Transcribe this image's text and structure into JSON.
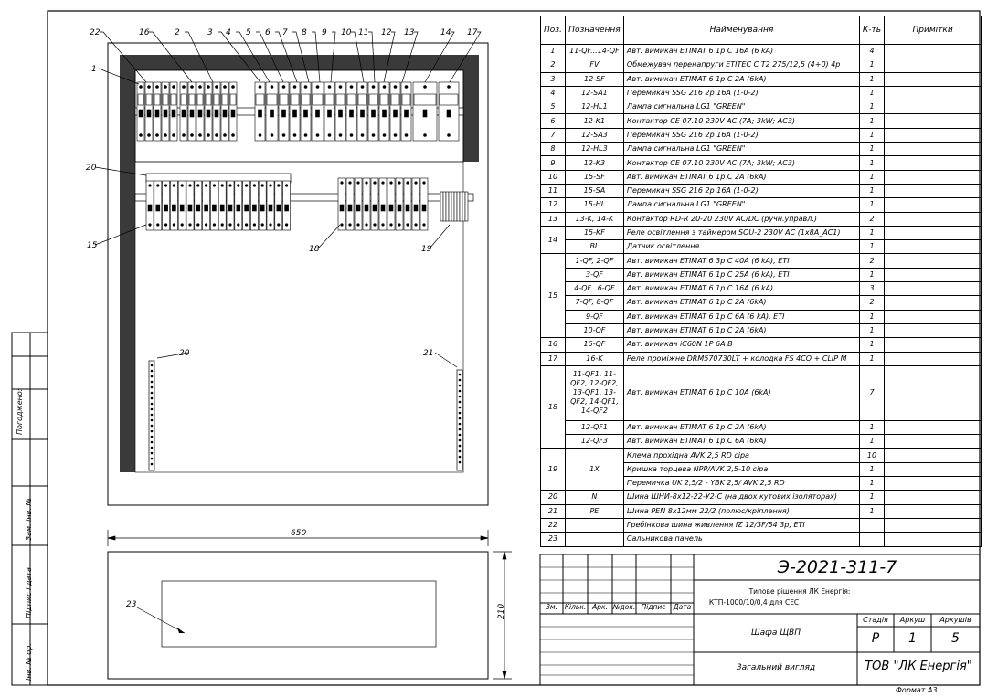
{
  "headers": {
    "pos": "Поз.",
    "designation": "Позначення",
    "name": "Найменування",
    "qty": "К-ть",
    "notes": "Примітки"
  },
  "rows": [
    {
      "pos": "1",
      "des": "11-QF...14-QF",
      "name": "Авт. вимикач ETIMAT 6  1p C 16A (6 kA)",
      "qty": "4"
    },
    {
      "pos": "2",
      "des": "FV",
      "name": "Обмежувач перенапруги  ETITEC C T2 275/12,5 (4+0) 4p",
      "qty": "1"
    },
    {
      "pos": "3",
      "des": "12-SF",
      "name": "Авт. вимикач ETIMAT 6  1p C 2A (6kA)",
      "qty": "1"
    },
    {
      "pos": "4",
      "des": "12-SA1",
      "name": "Перемикач SSG 216 2p 16A (1-0-2)",
      "qty": "1"
    },
    {
      "pos": "5",
      "des": "12-HL1",
      "name": "Лампа сигнальна LG1 \"GREEN\"",
      "qty": "1"
    },
    {
      "pos": "6",
      "des": "12-K1",
      "name": "Контактор CE 07.10 230V AC (7A; 3kW; AC3)",
      "qty": "1"
    },
    {
      "pos": "7",
      "des": "12-SA3",
      "name": "Перемикач SSG 216 2p 16A (1-0-2)",
      "qty": "1"
    },
    {
      "pos": "8",
      "des": "12-HL3",
      "name": "Лампа сигнальна LG1 \"GREEN\"",
      "qty": "1"
    },
    {
      "pos": "9",
      "des": "12-K3",
      "name": "Контактор CE 07.10 230V AC (7A; 3kW; AC3)",
      "qty": "1"
    },
    {
      "pos": "10",
      "des": "15-SF",
      "name": "Авт. вимикач ETIMAT 6  1p C 2A (6kA)",
      "qty": "1"
    },
    {
      "pos": "11",
      "des": "15-SA",
      "name": "Перемикач SSG 216 2p 16A (1-0-2)",
      "qty": "1"
    },
    {
      "pos": "12",
      "des": "15-HL",
      "name": "Лампа сигнальна LG1 \"GREEN\"",
      "qty": "1"
    },
    {
      "pos": "13",
      "des": "13-K, 14-K",
      "name": "Контактор RD-R 20-20 230V AC/DC (ручн.управл.)",
      "qty": "2"
    },
    {
      "pos": "14",
      "des": "15-KF",
      "name": "Реле освітлення з таймером SOU-2 230V AC (1x8A_AC1)",
      "qty": "1"
    },
    {
      "pos": "",
      "des": "BL",
      "name": "Датчик освітлення",
      "qty": "1"
    },
    {
      "pos": "15",
      "des": "1-QF, 2-QF",
      "name": "Авт. вимикач ETIMAT 6  3p C 40A (6 kA), ETI",
      "qty": "2"
    },
    {
      "pos": "",
      "des": "3-QF",
      "name": "Авт. вимикач ETIMAT 6  1p C 25A (6 kA), ETI",
      "qty": "1"
    },
    {
      "pos": "",
      "des": "4-QF...6-QF",
      "name": "Авт. вимикач ETIMAT 6  1p C 16A (6 kA)",
      "qty": "3"
    },
    {
      "pos": "",
      "des": "7-QF, 8-QF",
      "name": "Авт. вимикач ETIMAT 6  1p C 2A (6kA)",
      "qty": "2"
    },
    {
      "pos": "",
      "des": "9-QF",
      "name": "Авт. вимикач ETIMAT 6  1p C 6A (6 kA), ETI",
      "qty": "1"
    },
    {
      "pos": "",
      "des": "10-QF",
      "name": "Авт. вимикач ETIMAT 6  1p C 2A (6kA)",
      "qty": "1"
    },
    {
      "pos": "16",
      "des": "16-QF",
      "name": "Авт. вимикач iC60N 1P 6A B",
      "qty": "1"
    },
    {
      "pos": "17",
      "des": "16-K",
      "name": "Реле проміжне DRM570730LT + колодка FS 4CO + CLIP M",
      "qty": "1"
    },
    {
      "pos": "18",
      "des": "11-QF1, 11-QF2, 12-QF2, 13-QF1, 13-QF2, 14-QF1, 14-QF2",
      "name": "Авт. вимикач ETIMAT 6  1p C 10A (6kA)",
      "qty": "7"
    },
    {
      "pos": "",
      "des": "12-QF1",
      "name": "Авт. вимикач ETIMAT 6  1p C 2A (6kA)",
      "qty": "1"
    },
    {
      "pos": "",
      "des": "12-QF3",
      "name": "Авт. вимикач ETIMAT 6  1p C 6A (6kA)",
      "qty": "1"
    },
    {
      "pos": "19",
      "des": "1X",
      "name": "Клема прохідна AVK 2,5 RD сіра",
      "qty": "10"
    },
    {
      "pos": "",
      "des": "",
      "name": "Кришка торцева NPP/AVK 2,5-10 сіра",
      "qty": "1"
    },
    {
      "pos": "",
      "des": "",
      "name": "Перемичка UK 2,5/2 - YBK 2,5/ AVK 2,5 RD",
      "qty": "1"
    },
    {
      "pos": "20",
      "des": "N",
      "name": "Шина ШНИ-8х12-22-У2-С (на двох кутових ізоляторах)",
      "qty": "1"
    },
    {
      "pos": "21",
      "des": "PE",
      "name": "Шина PEN 8x12мм 22/2 (полюс/кріплення)",
      "qty": "1"
    },
    {
      "pos": "22",
      "des": "",
      "name": "Гребінкова шина живлення IZ 12/3F/54  3р, ETI",
      "qty": ""
    },
    {
      "pos": "23",
      "des": "",
      "name": "Сальникова панель",
      "qty": ""
    }
  ],
  "title_block": {
    "doc_number": "Э-2021-311-7",
    "project_line1": "Типове рішення ЛК Енергія:",
    "project_line2": "КТП-1000/10/0,4 для СЕС",
    "cols": [
      "Зм.",
      "Кільк.",
      "Арк.",
      "№док.",
      "Підпис",
      "Дата"
    ],
    "object_name": "Шафа ЩВП",
    "sheet_name": "Загальний вигляд",
    "stage_label": "Стадія",
    "stage": "Р",
    "sheet_label": "Аркуш",
    "sheet": "1",
    "sheets_label": "Аркушів",
    "sheets": "5",
    "company": "ТОВ \"ЛК Енергія\"",
    "format": "Формат А3"
  },
  "side_stamp": {
    "agreed": "Погоджено:",
    "replaced": "Зам. інв. №",
    "sign_date": "Підпис і дата",
    "inv": "Інв. № ор."
  },
  "drawing": {
    "callouts_top": [
      "22",
      "16",
      "2",
      "3",
      "4",
      "5",
      "6",
      "7",
      "8",
      "9",
      "10",
      "11",
      "12",
      "13",
      "14",
      "17"
    ],
    "callout_1": "1",
    "callout_20a": "20",
    "callout_15": "15",
    "callout_18": "18",
    "callout_19": "19",
    "callout_20b": "20",
    "callout_21": "21",
    "callout_23": "23",
    "dim_width": "650",
    "dim_height": "210"
  }
}
